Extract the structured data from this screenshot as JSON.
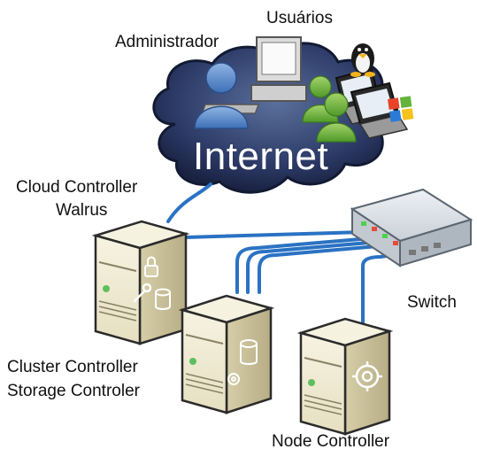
{
  "labels": {
    "users": "Usuários",
    "admin": "Administrador",
    "internet": "Internet",
    "cloud_controller": "Cloud Controller",
    "walrus": "Walrus",
    "switch": "Switch",
    "cluster_controller": "Cluster Controller",
    "storage_controller": "Storage Controler",
    "node_controller": "Node Controller"
  },
  "colors": {
    "cable": "#2a72c3",
    "cloud_top": "#4a5f8e",
    "cloud_bottom": "#1c2545",
    "server_face": "#f1ecd4",
    "server_side": "#c9c09a",
    "switch_body": "#d9dee4"
  },
  "icons": [
    "padlock-icon",
    "wrench-icon",
    "database-icon",
    "gear-icon",
    "tux-icon",
    "windows-flag-icon",
    "person-icon",
    "computer-icon"
  ]
}
